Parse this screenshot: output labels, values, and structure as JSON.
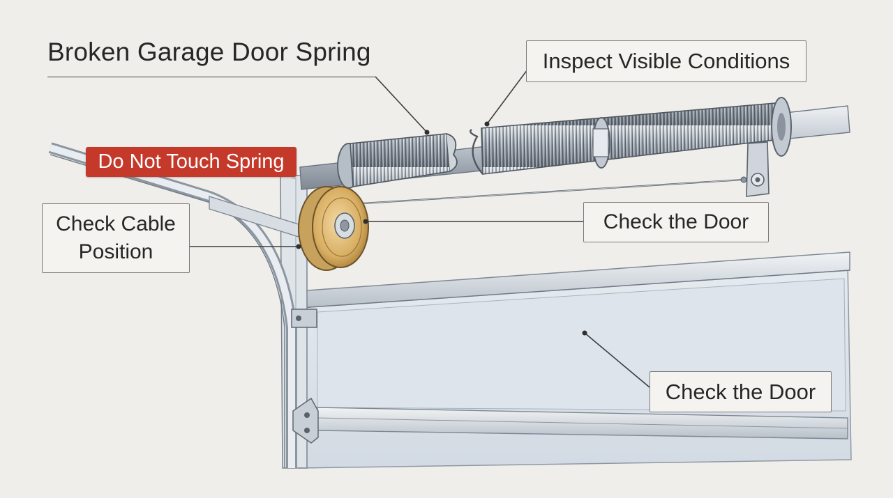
{
  "title": "Broken Garage Door Spring",
  "labels": {
    "warning": "Do Not Touch Spring",
    "inspect": "Inspect Visible Conditions",
    "cable": "Check Cable Position",
    "door_top": "Check the Door",
    "door_panel": "Check the Door"
  },
  "colors": {
    "background": "#efeeea",
    "warning": "#c5392b",
    "steel": "#a9b2bc",
    "drum": "#d9b36e",
    "door_panel": "#dce3ea"
  }
}
